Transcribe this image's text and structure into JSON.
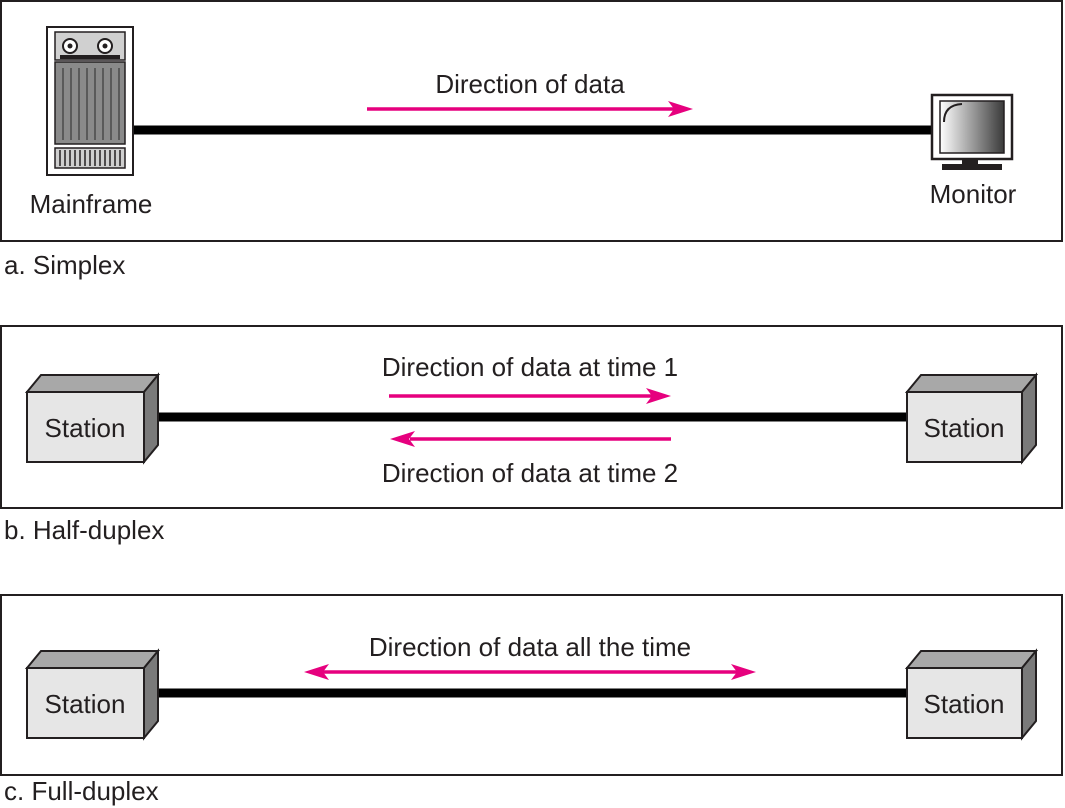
{
  "simplex": {
    "caption": "a. Simplex",
    "left_device": "Mainframe",
    "right_device": "Monitor",
    "direction_label": "Direction of data"
  },
  "half_duplex": {
    "caption": "b. Half-duplex",
    "left_device": "Station",
    "right_device": "Station",
    "direction_label_1": "Direction of data at time 1",
    "direction_label_2": "Direction of data at time 2"
  },
  "full_duplex": {
    "caption": "c. Full-duplex",
    "left_device": "Station",
    "right_device": "Station",
    "direction_label": "Direction of data all the time"
  },
  "colors": {
    "arrow": "#e6007e",
    "line": "#000000",
    "station_front": "#e6e6e6",
    "station_top": "#a8a8a8",
    "station_side": "#7a7a7a"
  }
}
